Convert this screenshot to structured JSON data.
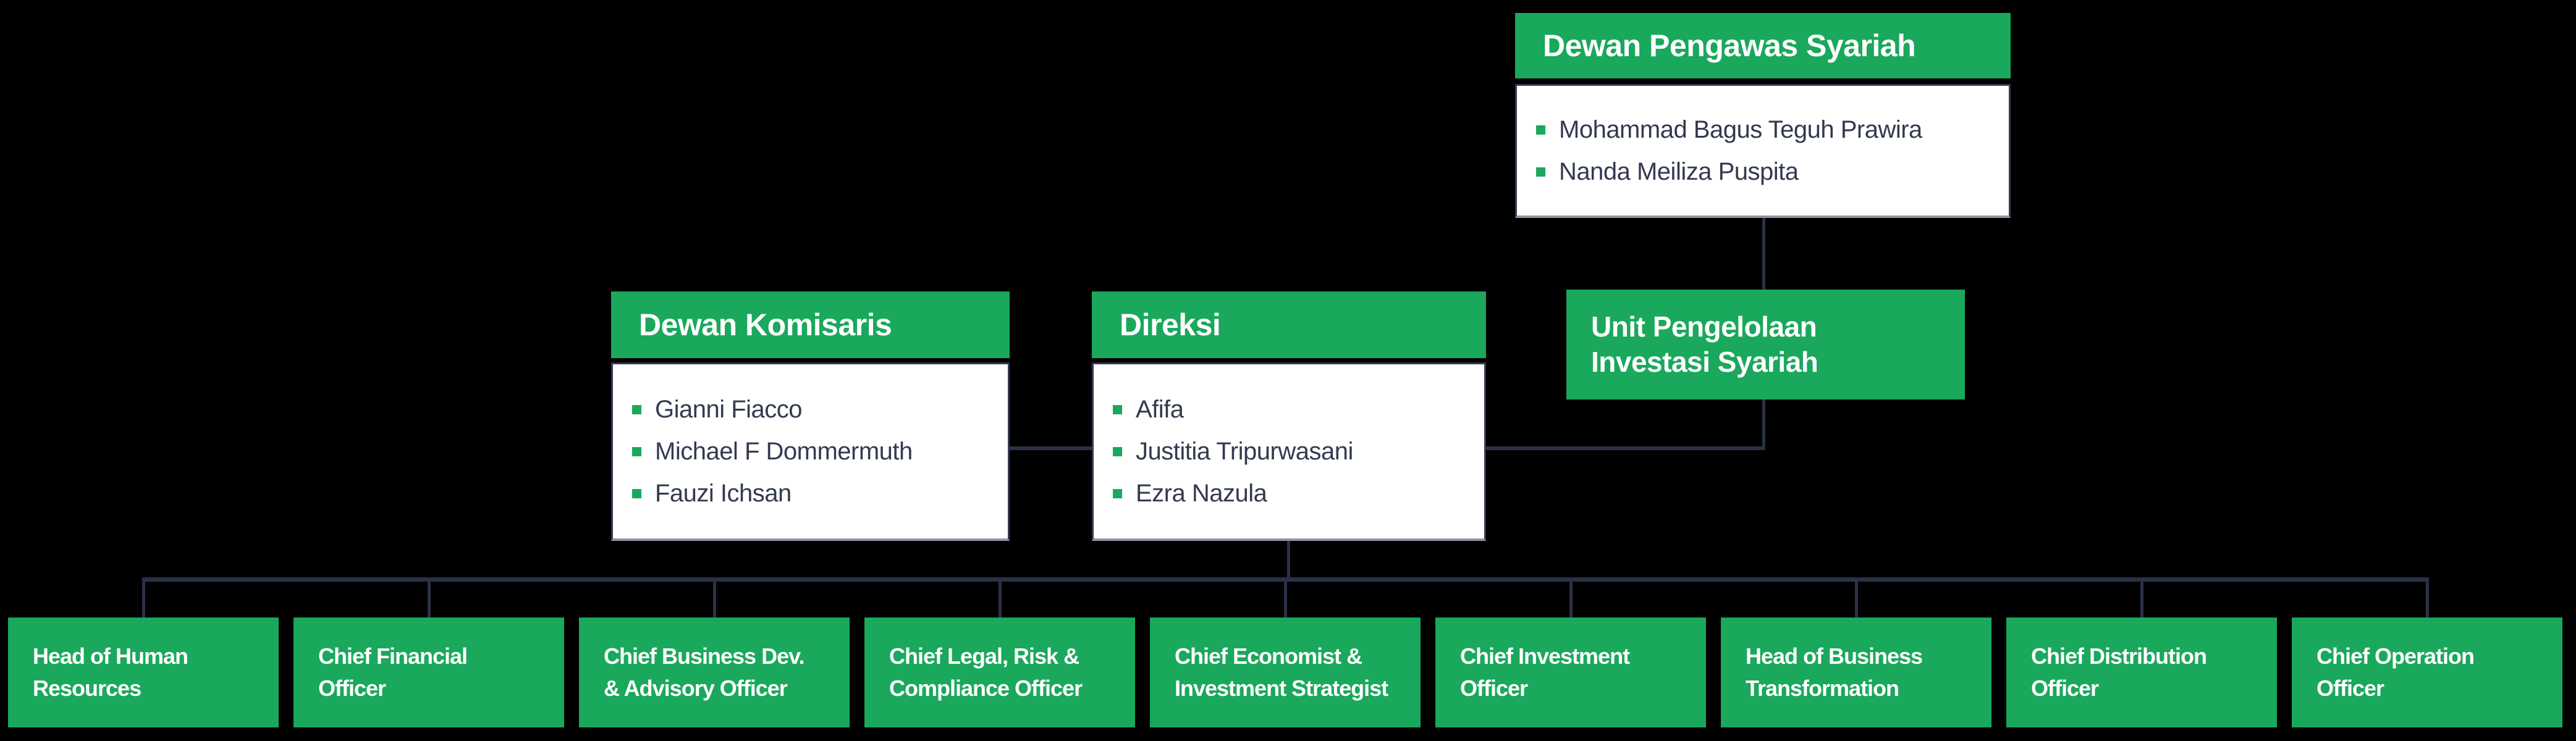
{
  "palette": {
    "background": "#000000",
    "green": "#1AA85C",
    "connector_line": "#2A3047",
    "member_text": "#333A4F",
    "white": "#FFFFFF"
  },
  "org": {
    "dewan_pengawas": {
      "title": "Dewan Pengawas Syariah",
      "members": [
        "Mohammad Bagus Teguh Prawira",
        "Nanda Meiliza Puspita"
      ]
    },
    "dewan_komisaris": {
      "title": "Dewan Komisaris",
      "members": [
        "Gianni Fiacco",
        "Michael F Dommermuth",
        "Fauzi Ichsan"
      ]
    },
    "direksi": {
      "title": "Direksi",
      "members": [
        "Afifa",
        "Justitia Tripurwasani",
        "Ezra Nazula"
      ]
    },
    "unit_syariah": {
      "title": "Unit Pengelolaan\nInvestasi Syariah"
    },
    "bottom_row": [
      {
        "label": "Head of Human\nResources"
      },
      {
        "label": "Chief Financial\nOfficer"
      },
      {
        "label": "Chief Business Dev.\n& Advisory Officer"
      },
      {
        "label": "Chief Legal, Risk &\nCompliance Officer"
      },
      {
        "label": "Chief Economist &\nInvestment Strategist"
      },
      {
        "label": "Chief Investment\nOfficer"
      },
      {
        "label": "Head of Business\nTransformation"
      },
      {
        "label": "Chief Distribution\nOfficer"
      },
      {
        "label": "Chief Operation\nOfficer"
      }
    ]
  }
}
